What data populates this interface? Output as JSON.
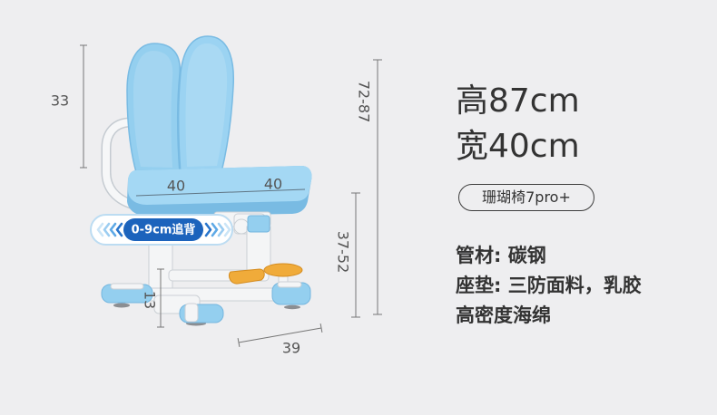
{
  "product": {
    "height_label": "高87cm",
    "width_label": "宽40cm",
    "model_tag": "珊瑚椅7pro+",
    "specs": [
      "管材: 碳钢",
      "座垫: 三防面料，乳胶",
      "高密度海绵"
    ]
  },
  "dimensions": {
    "backrest_height": "33",
    "total_height": "72-87",
    "seat_width_left": "40",
    "seat_width_right": "40",
    "seat_height": "37-52",
    "footrest_height": "13",
    "base_depth": "39"
  },
  "badge": {
    "text": "0-9cm追背",
    "left_icon": "chevrons-left-icon",
    "right_icon": "chevrons-right-icon"
  },
  "colors": {
    "background": "#eeeef0",
    "text": "#333333",
    "chair_blue": "#94cfef",
    "badge_blue": "#1c63bc",
    "footrest_yellow": "#f0ab3a"
  }
}
